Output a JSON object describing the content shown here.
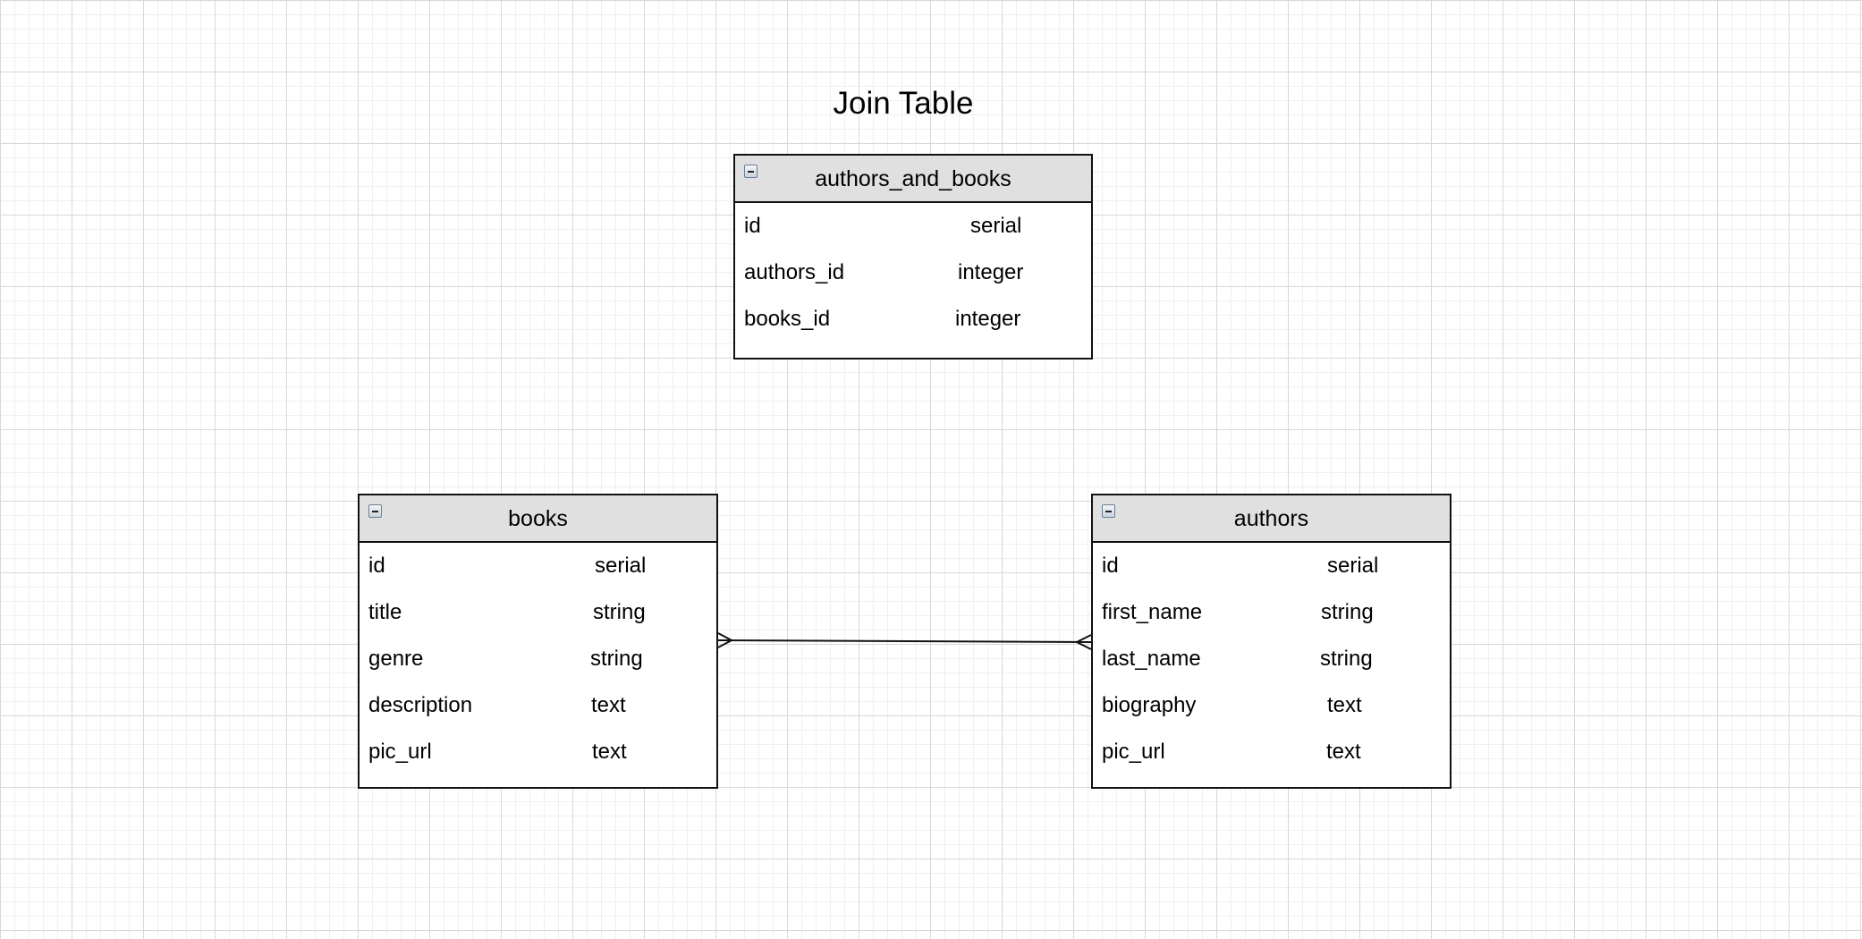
{
  "diagram": {
    "title": "Join Table"
  },
  "tables": {
    "authors_and_books": {
      "name": "authors_and_books",
      "fields": [
        {
          "name": "id",
          "type": "serial"
        },
        {
          "name": "authors_id",
          "type": "integer"
        },
        {
          "name": "books_id",
          "type": "integer"
        }
      ]
    },
    "books": {
      "name": "books",
      "fields": [
        {
          "name": "id",
          "type": "serial"
        },
        {
          "name": "title",
          "type": "string"
        },
        {
          "name": "genre",
          "type": "string"
        },
        {
          "name": "description",
          "type": "text"
        },
        {
          "name": "pic_url",
          "type": "text"
        }
      ]
    },
    "authors": {
      "name": "authors",
      "fields": [
        {
          "name": "id",
          "type": "serial"
        },
        {
          "name": "first_name",
          "type": "string"
        },
        {
          "name": "last_name",
          "type": "string"
        },
        {
          "name": "biography",
          "type": "text"
        },
        {
          "name": "pic_url",
          "type": "text"
        }
      ]
    }
  },
  "relationships": [
    {
      "from": "books",
      "to": "authors",
      "from_cardinality": "many",
      "to_cardinality": "many"
    }
  ],
  "colors": {
    "header_fill": "#e0e0e0",
    "border": "#111111",
    "grid_major": "#d8d8d8",
    "grid_minor": "#f0f0f0"
  },
  "icons": {
    "collapse": "collapse-icon"
  }
}
